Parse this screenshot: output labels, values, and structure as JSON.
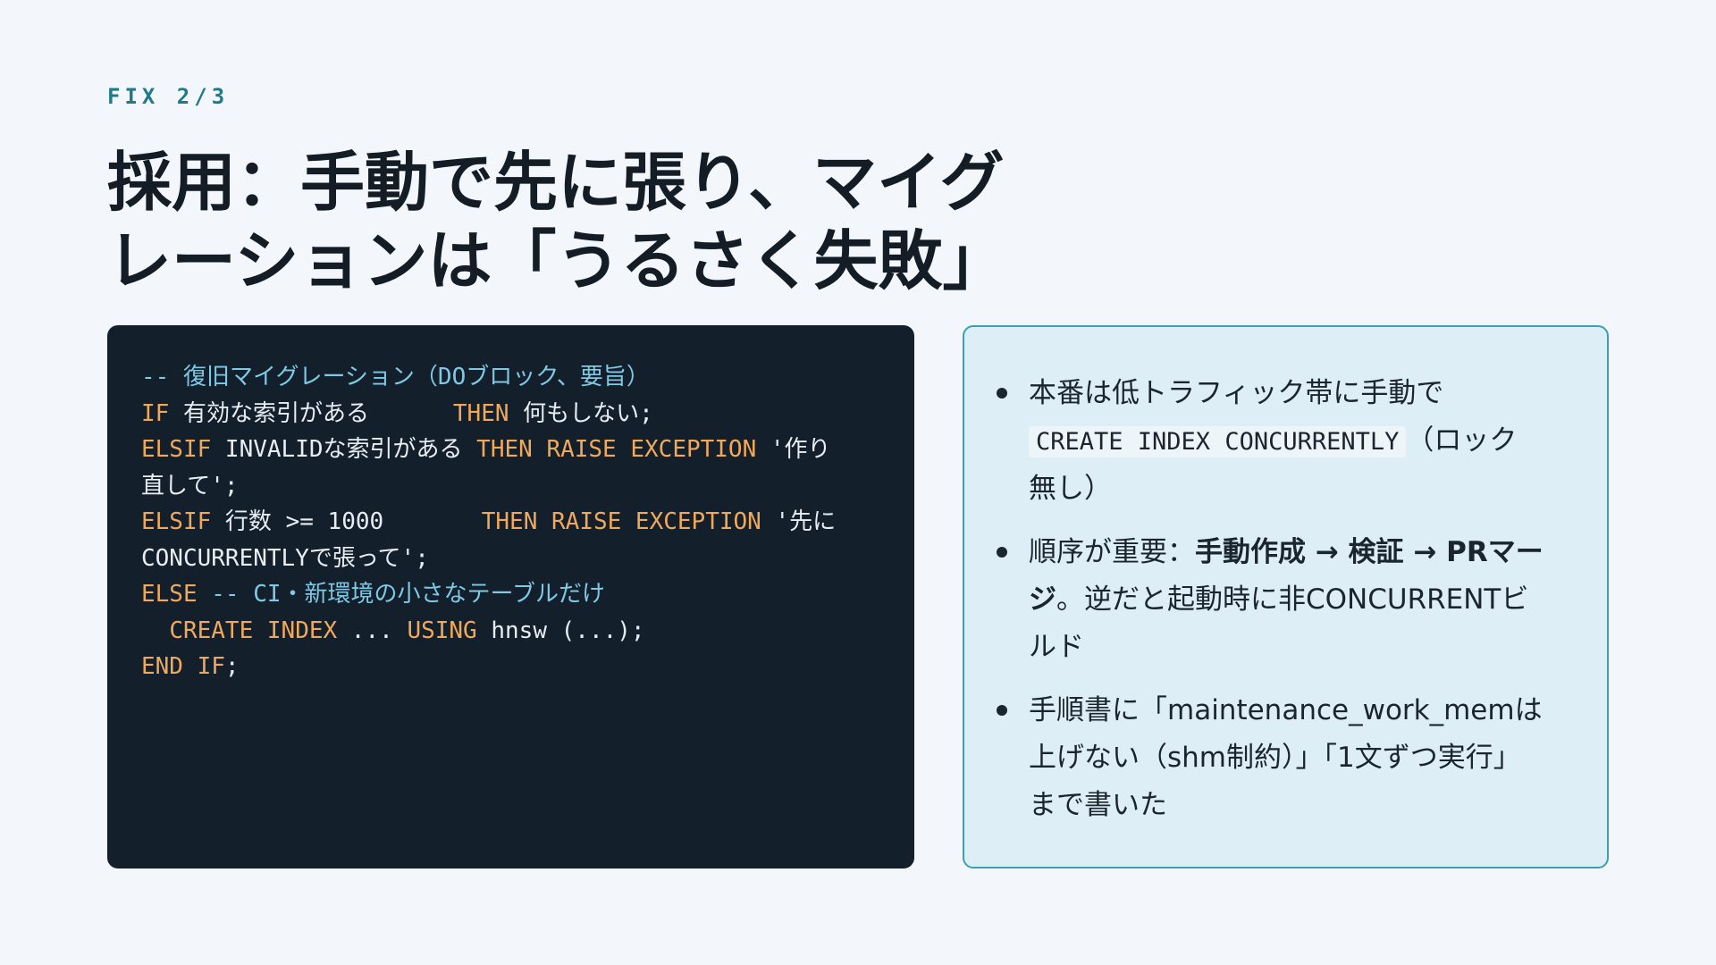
{
  "header": {
    "eyebrow": "FIX 2/3",
    "title_line1": "採用：手動で先に張り、マイグ",
    "title_line2": "レーションは「うるさく失敗」"
  },
  "code": {
    "l1_comment": "-- 復旧マイグレーション（DOブロック、要旨）",
    "l2_kw1": "IF",
    "l2_text1": " 有効な索引がある      ",
    "l2_kw2": "THEN",
    "l2_text2": " 何もしない;",
    "l3_kw1": "ELSIF",
    "l3_text1": " INVALIDな索引がある ",
    "l3_kw2": "THEN RAISE EXCEPTION",
    "l3_text2": " '作り",
    "l4_text": "直して';",
    "l5_kw1": "ELSIF",
    "l5_text1": " 行数 >= 1000       ",
    "l5_kw2": "THEN RAISE EXCEPTION",
    "l5_text2": " '先に",
    "l6_text": "CONCURRENTLYで張って';",
    "l7_kw": "ELSE",
    "l7_comment": " -- CI・新環境の小さなテーブルだけ",
    "l8_indent": "  ",
    "l8_kw1": "CREATE INDEX",
    "l8_text1": " ... ",
    "l8_kw2": "USING",
    "l8_text2": " hnsw (...);",
    "l9_kw": "END IF",
    "l9_text": ";"
  },
  "notes": {
    "b1_line1": "本番は低トラフィック帯に手動で",
    "b1_code": "CREATE INDEX CONCURRENTLY",
    "b1_after_code": "（ロック",
    "b1_line3": "無し）",
    "b2_prefix": "順序が重要：",
    "b2_bold_line1": "手動作成 → 検証 → PRマー",
    "b2_bold_line2": "ジ",
    "b2_rest_line2": "。逆だと起動時に非CONCURRENTビ",
    "b2_line3": "ルド",
    "b3_line1": "手順書に「maintenance_work_memは",
    "b3_line2": "上げない（shm制約）」「1文ずつ実行」",
    "b3_line3": "まで書いた"
  }
}
